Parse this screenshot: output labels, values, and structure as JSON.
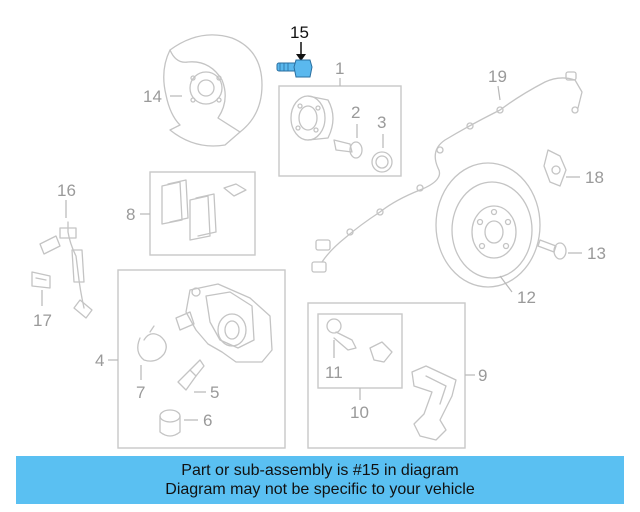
{
  "highlighted_part": "15",
  "labels": {
    "p1": "1",
    "p2": "2",
    "p3": "3",
    "p4": "4",
    "p5": "5",
    "p6": "6",
    "p7": "7",
    "p8": "8",
    "p9": "9",
    "p10": "10",
    "p11": "11",
    "p12": "12",
    "p13": "13",
    "p14": "14",
    "p15": "15",
    "p16": "16",
    "p17": "17",
    "p18": "18",
    "p19": "19"
  },
  "colors": {
    "banner": "#5ac0f2",
    "highlight": "#5ab8ee",
    "line": "#c4c4c4",
    "label": "#9a9a9a"
  },
  "banner": {
    "line1": "Part or sub-assembly is #15 in diagram",
    "line2": "Diagram may not be specific to your vehicle"
  }
}
